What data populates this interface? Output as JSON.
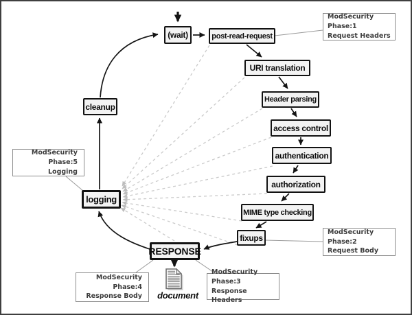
{
  "diagram": {
    "nodes": [
      {
        "label": "(wait)"
      },
      {
        "label": "post-read-request"
      },
      {
        "label": "URI translation"
      },
      {
        "label": "Header parsing"
      },
      {
        "label": "access control"
      },
      {
        "label": "authentication"
      },
      {
        "label": "authorization"
      },
      {
        "label": "MIME type checking"
      },
      {
        "label": "fixups"
      },
      {
        "label": "RESPONSE"
      },
      {
        "label": "logging"
      },
      {
        "label": "cleanup"
      }
    ],
    "annotations": [
      {
        "line1": "ModSecurity Phase:1",
        "line2": "Request Headers"
      },
      {
        "line1": "ModSecurity Phase:2",
        "line2": "Request Body"
      },
      {
        "line1": "ModSecurity Phase:3",
        "line2": "Response Headers"
      },
      {
        "line1": "ModSecurity Phase:4",
        "line2": "Response Body"
      },
      {
        "line1": "ModSecurity Phase:5",
        "line2": "Logging"
      }
    ],
    "document_label": "document",
    "colors": {
      "node_fill": "#f3f3f3",
      "node_border": "#121212",
      "annotation_border": "#8a8a8a",
      "annotation_text": "#3d3d3d",
      "dashed_line": "#cacaca",
      "dashed_arrowhead": "#bdbdbd",
      "thin_connector": "#9a9a9a",
      "arrow": "#141414",
      "outer_border": "#3f3f3f"
    }
  }
}
